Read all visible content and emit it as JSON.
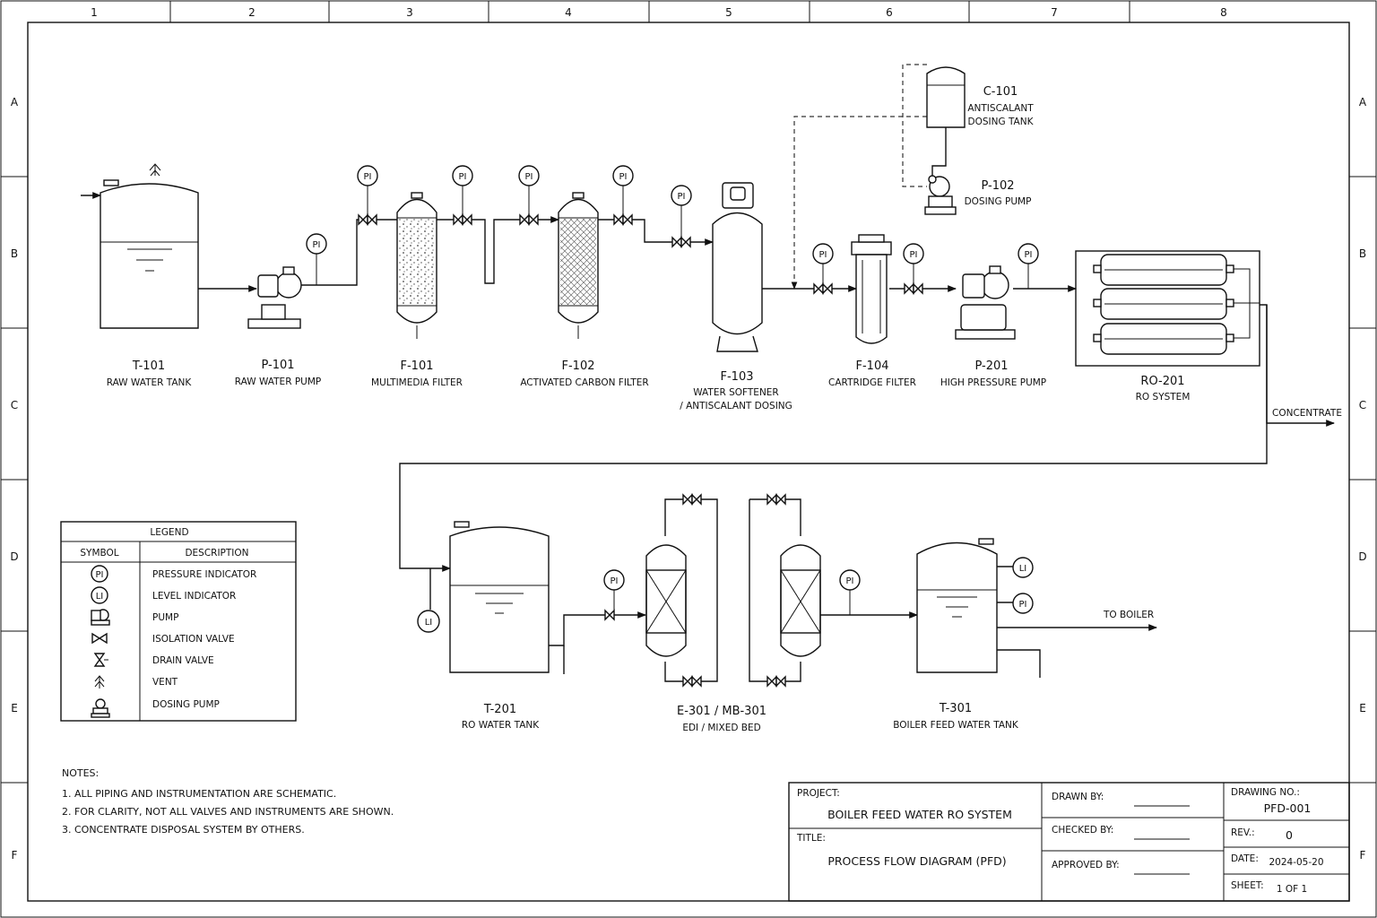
{
  "grid": {
    "columns": [
      "1",
      "2",
      "3",
      "4",
      "5",
      "6",
      "7",
      "8"
    ],
    "rows": [
      "A",
      "B",
      "C",
      "D",
      "E",
      "F"
    ]
  },
  "equipment": {
    "t101": {
      "tag": "T-101",
      "desc": "RAW WATER TANK"
    },
    "p101": {
      "tag": "P-101",
      "desc": "RAW WATER PUMP"
    },
    "f101": {
      "tag": "F-101",
      "desc": "MULTIMEDIA FILTER"
    },
    "f102": {
      "tag": "F-102",
      "desc": "ACTIVATED CARBON FILTER"
    },
    "f103": {
      "tag": "F-103",
      "desc1": "WATER SOFTENER",
      "desc2": "/ ANTISCALANT DOSING"
    },
    "f104": {
      "tag": "F-104",
      "desc": "CARTRIDGE FILTER"
    },
    "p201": {
      "tag": "P-201",
      "desc": "HIGH PRESSURE PUMP"
    },
    "ro201": {
      "tag": "RO-201",
      "desc": "RO SYSTEM"
    },
    "c101": {
      "tag": "C-101",
      "desc1": "ANTISCALANT",
      "desc2": "DOSING TANK"
    },
    "p102": {
      "tag": "P-102",
      "desc": "DOSING PUMP"
    },
    "t201": {
      "tag": "T-201",
      "desc": "RO WATER TANK"
    },
    "e301": {
      "tag": "E-301 / MB-301",
      "desc": "EDI / MIXED BED"
    },
    "t301": {
      "tag": "T-301",
      "desc": "BOILER FEED WATER TANK"
    }
  },
  "instruments": {
    "pi": "PI",
    "li": "LI"
  },
  "streams": {
    "concentrate": "CONCENTRATE",
    "to_boiler": "TO BOILER"
  },
  "legend": {
    "title": "LEGEND",
    "col_symbol": "SYMBOL",
    "col_desc": "DESCRIPTION",
    "items": [
      {
        "symbol": "PI",
        "desc": "PRESSURE INDICATOR"
      },
      {
        "symbol": "LI",
        "desc": "LEVEL INDICATOR"
      },
      {
        "symbol": "pump-icon",
        "desc": "PUMP"
      },
      {
        "symbol": "isolation-valve-icon",
        "desc": "ISOLATION VALVE"
      },
      {
        "symbol": "drain-valve-icon",
        "desc": "DRAIN VALVE"
      },
      {
        "symbol": "vent-icon",
        "desc": "VENT"
      },
      {
        "symbol": "dosing-pump-icon",
        "desc": "DOSING PUMP"
      }
    ]
  },
  "notes": {
    "title": "NOTES:",
    "items": [
      "1.  ALL PIPING AND INSTRUMENTATION ARE SCHEMATIC.",
      "2.  FOR CLARITY, NOT ALL VALVES AND INSTRUMENTS ARE SHOWN.",
      "3.  CONCENTRATE DISPOSAL SYSTEM BY OTHERS."
    ]
  },
  "title_block": {
    "project_label": "PROJECT:",
    "project": "BOILER FEED WATER RO SYSTEM",
    "title_label": "TITLE:",
    "title": "PROCESS FLOW DIAGRAM (PFD)",
    "drawn_by_label": "DRAWN BY:",
    "checked_by_label": "CHECKED BY:",
    "approved_by_label": "APPROVED BY:",
    "drawing_no_label": "DRAWING NO.:",
    "drawing_no": "PFD-001",
    "rev_label": "REV.:",
    "rev": "0",
    "date_label": "DATE:",
    "date": "2024-05-20",
    "sheet_label": "SHEET:",
    "sheet": "1 OF 1"
  }
}
